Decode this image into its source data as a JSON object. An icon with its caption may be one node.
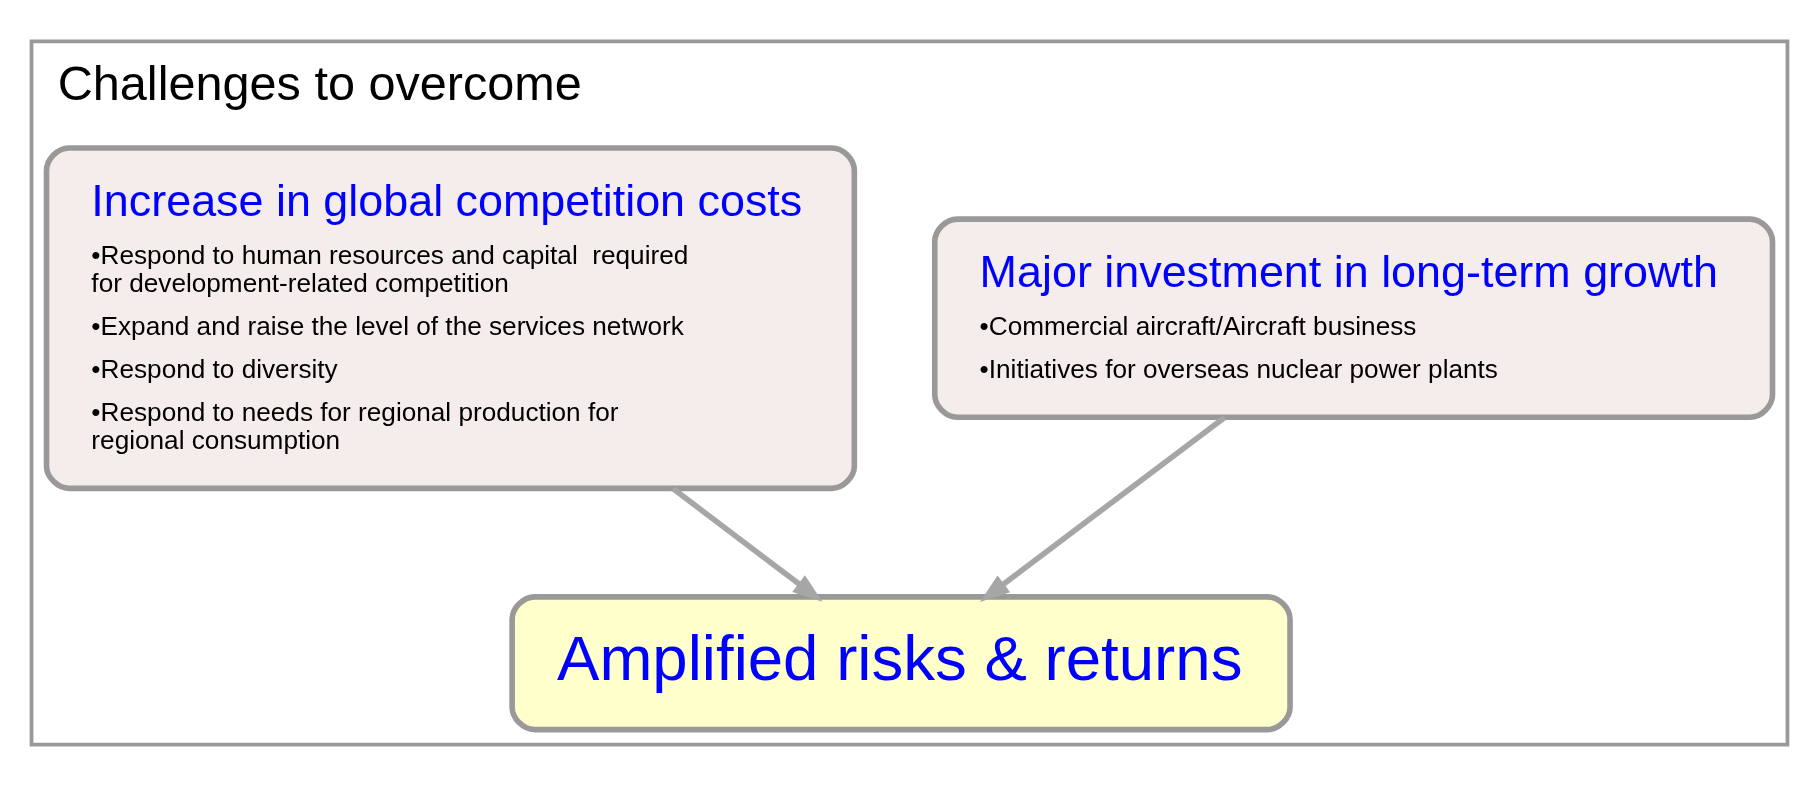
{
  "diagram": {
    "nodes": [
      {
        "text": [
          "Challenges to overcome"
        ]
      },
      {
        "text": [
          "Increase in global competition costs",
          "•Respond to human resources and capital  required for development-related competition",
          "•Expand and raise the level of the services network",
          "•Respond to diversity",
          "•Respond to needs for regional production for regional consumption"
        ],
        "in": 0
      },
      {
        "text": [
          "Major investment in long-term growth",
          "•Commercial aircraft/Aircraft business",
          "•Initiatives for overseas nuclear power plants"
        ],
        "in": 0
      },
      {
        "text": [
          "Amplified risks & returns"
        ],
        "in": 0
      }
    ],
    "edges": [
      {
        "from": 1,
        "to": 3,
        "arrow": "to"
      },
      {
        "from": 2,
        "to": 3,
        "arrow": "to"
      }
    ]
  }
}
